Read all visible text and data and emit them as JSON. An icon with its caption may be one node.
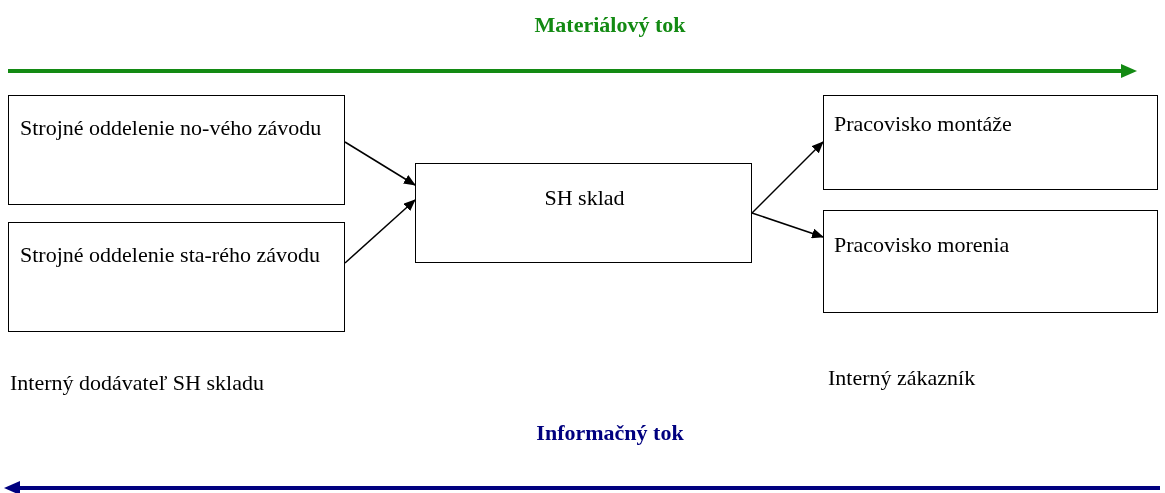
{
  "diagram": {
    "nodes": [
      {
        "text": [
          "Strojné oddelenie no-vého závodu"
        ]
      },
      {
        "text": [
          "Strojné oddelenie sta-rého závodu"
        ]
      },
      {
        "text": [
          "SH sklad"
        ]
      },
      {
        "text": [
          "Pracovisko montáže"
        ]
      },
      {
        "text": [
          "Pracovisko morenia"
        ]
      }
    ],
    "edges": [
      {
        "from": 0,
        "to": 2,
        "arrow": "to"
      },
      {
        "from": 1,
        "to": 2,
        "arrow": "to"
      },
      {
        "from": 2,
        "to": 3,
        "arrow": "to"
      },
      {
        "from": 2,
        "to": 4,
        "arrow": "to"
      }
    ],
    "labels": [
      "Materiálový tok",
      "Interný dodávateľ SH skladu",
      "Interný zákazník",
      "Informačný tok"
    ]
  }
}
